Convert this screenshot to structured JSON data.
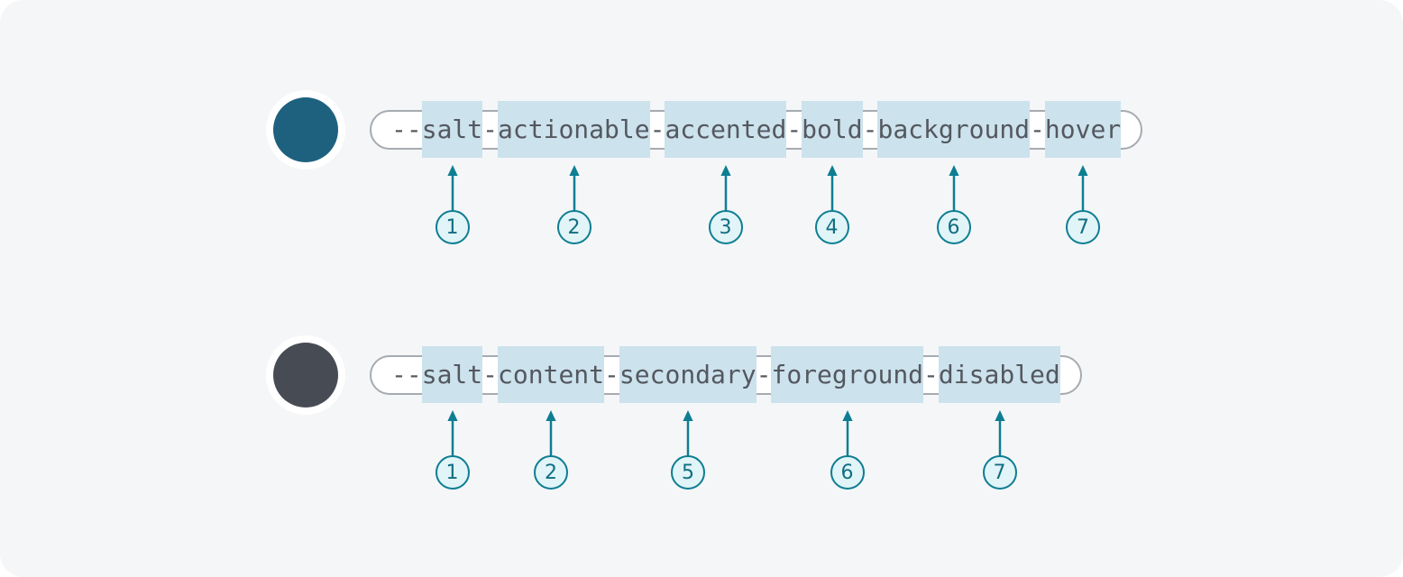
{
  "canvas": {
    "background": "#f5f6f8"
  },
  "colors": {
    "teal_accent": "#0e7e92",
    "badge_fill": "#e1f4f8",
    "badge_text": "#116e82",
    "highlight": "#cce2ed",
    "pill_border": "#a6abb1",
    "pill_background": "#ffffff",
    "token_text": "#54585f"
  },
  "rows": [
    {
      "token": "--salt-actionable-accented-bold-background-hover",
      "swatch_color": "#1d617f",
      "segments": [
        {
          "text": "--",
          "highlight": false
        },
        {
          "text": "salt",
          "highlight": true,
          "badge": "1"
        },
        {
          "text": "-",
          "highlight": false
        },
        {
          "text": "actionable",
          "highlight": true,
          "badge": "2"
        },
        {
          "text": "-",
          "highlight": false
        },
        {
          "text": "accented",
          "highlight": true,
          "badge": "3"
        },
        {
          "text": "-",
          "highlight": false
        },
        {
          "text": "bold",
          "highlight": true,
          "badge": "4"
        },
        {
          "text": "-",
          "highlight": false
        },
        {
          "text": "background",
          "highlight": true,
          "badge": "6"
        },
        {
          "text": "-",
          "highlight": false
        },
        {
          "text": "hover",
          "highlight": true,
          "badge": "7"
        }
      ]
    },
    {
      "token": "--salt-content-secondary-foreground-disabled",
      "swatch_color": "#474c54",
      "segments": [
        {
          "text": "--",
          "highlight": false
        },
        {
          "text": "salt",
          "highlight": true,
          "badge": "1"
        },
        {
          "text": "-",
          "highlight": false
        },
        {
          "text": "content",
          "highlight": true,
          "badge": "2"
        },
        {
          "text": "-",
          "highlight": false
        },
        {
          "text": "secondary",
          "highlight": true,
          "badge": "5"
        },
        {
          "text": "-",
          "highlight": false
        },
        {
          "text": "foreground",
          "highlight": true,
          "badge": "6"
        },
        {
          "text": "-",
          "highlight": false
        },
        {
          "text": "disabled",
          "highlight": true,
          "badge": "7"
        }
      ]
    }
  ]
}
